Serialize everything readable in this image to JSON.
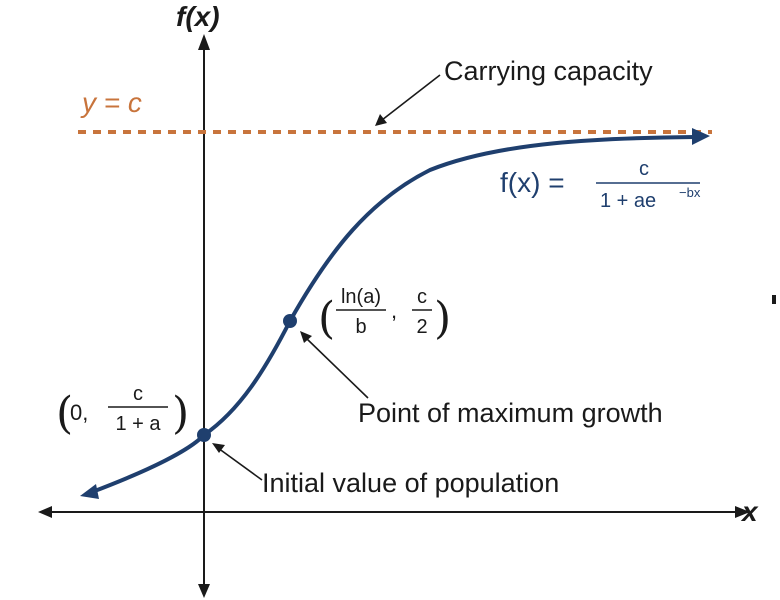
{
  "axes": {
    "y_label": "f(x)",
    "x_label": "x"
  },
  "carrying_capacity": {
    "line_label": "y = c",
    "callout": "Carrying capacity"
  },
  "formula": {
    "lhs": "f(x) =",
    "numerator": "c",
    "denominator_base": "1 + ae",
    "denominator_exp": "−bx"
  },
  "max_growth_point": {
    "x_num": "ln(a)",
    "x_den": "b",
    "sep": ",",
    "y_num": "c",
    "y_den": "2",
    "callout": "Point of maximum growth"
  },
  "initial_point": {
    "x": "0,",
    "y_num": "c",
    "y_den": "1 + a",
    "callout": "Initial value of population"
  },
  "colors": {
    "curve": "#1f3f6e",
    "capacity_line": "#c8743c",
    "axes": "#1a1a1a"
  }
}
